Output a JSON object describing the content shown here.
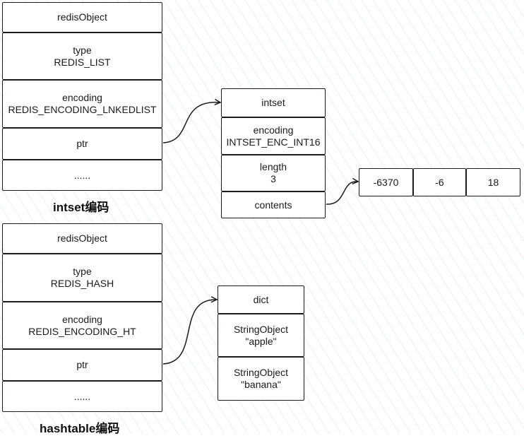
{
  "colors": {
    "stroke": "#1a1a1a",
    "box_fill": "#ffffff",
    "hatch": "#cfe7d5",
    "background": "#ffffff"
  },
  "intset": {
    "object": {
      "header": "redisObject",
      "type_label": "type",
      "type_value": "REDIS_LIST",
      "encoding_label": "encoding",
      "encoding_value": "REDIS_ENCODING_LNKEDLIST",
      "ptr": "ptr",
      "more": "......"
    },
    "struct": {
      "header": "intset",
      "encoding_label": "encoding",
      "encoding_value": "INTSET_ENC_INT16",
      "length_label": "length",
      "length_value": "3",
      "contents": "contents"
    },
    "contents": [
      "-6370",
      "-6",
      "18"
    ],
    "caption": "intset编码"
  },
  "hashtable": {
    "object": {
      "header": "redisObject",
      "type_label": "type",
      "type_value": "REDIS_HASH",
      "encoding_label": "encoding",
      "encoding_value": "REDIS_ENCODING_HT",
      "ptr": "ptr",
      "more": "......"
    },
    "dict": {
      "header": "dict",
      "entry1_label": "StringObject",
      "entry1_value": "\"apple\"",
      "entry2_label": "StringObject",
      "entry2_value": "\"banana\""
    },
    "caption": "hashtable编码"
  }
}
